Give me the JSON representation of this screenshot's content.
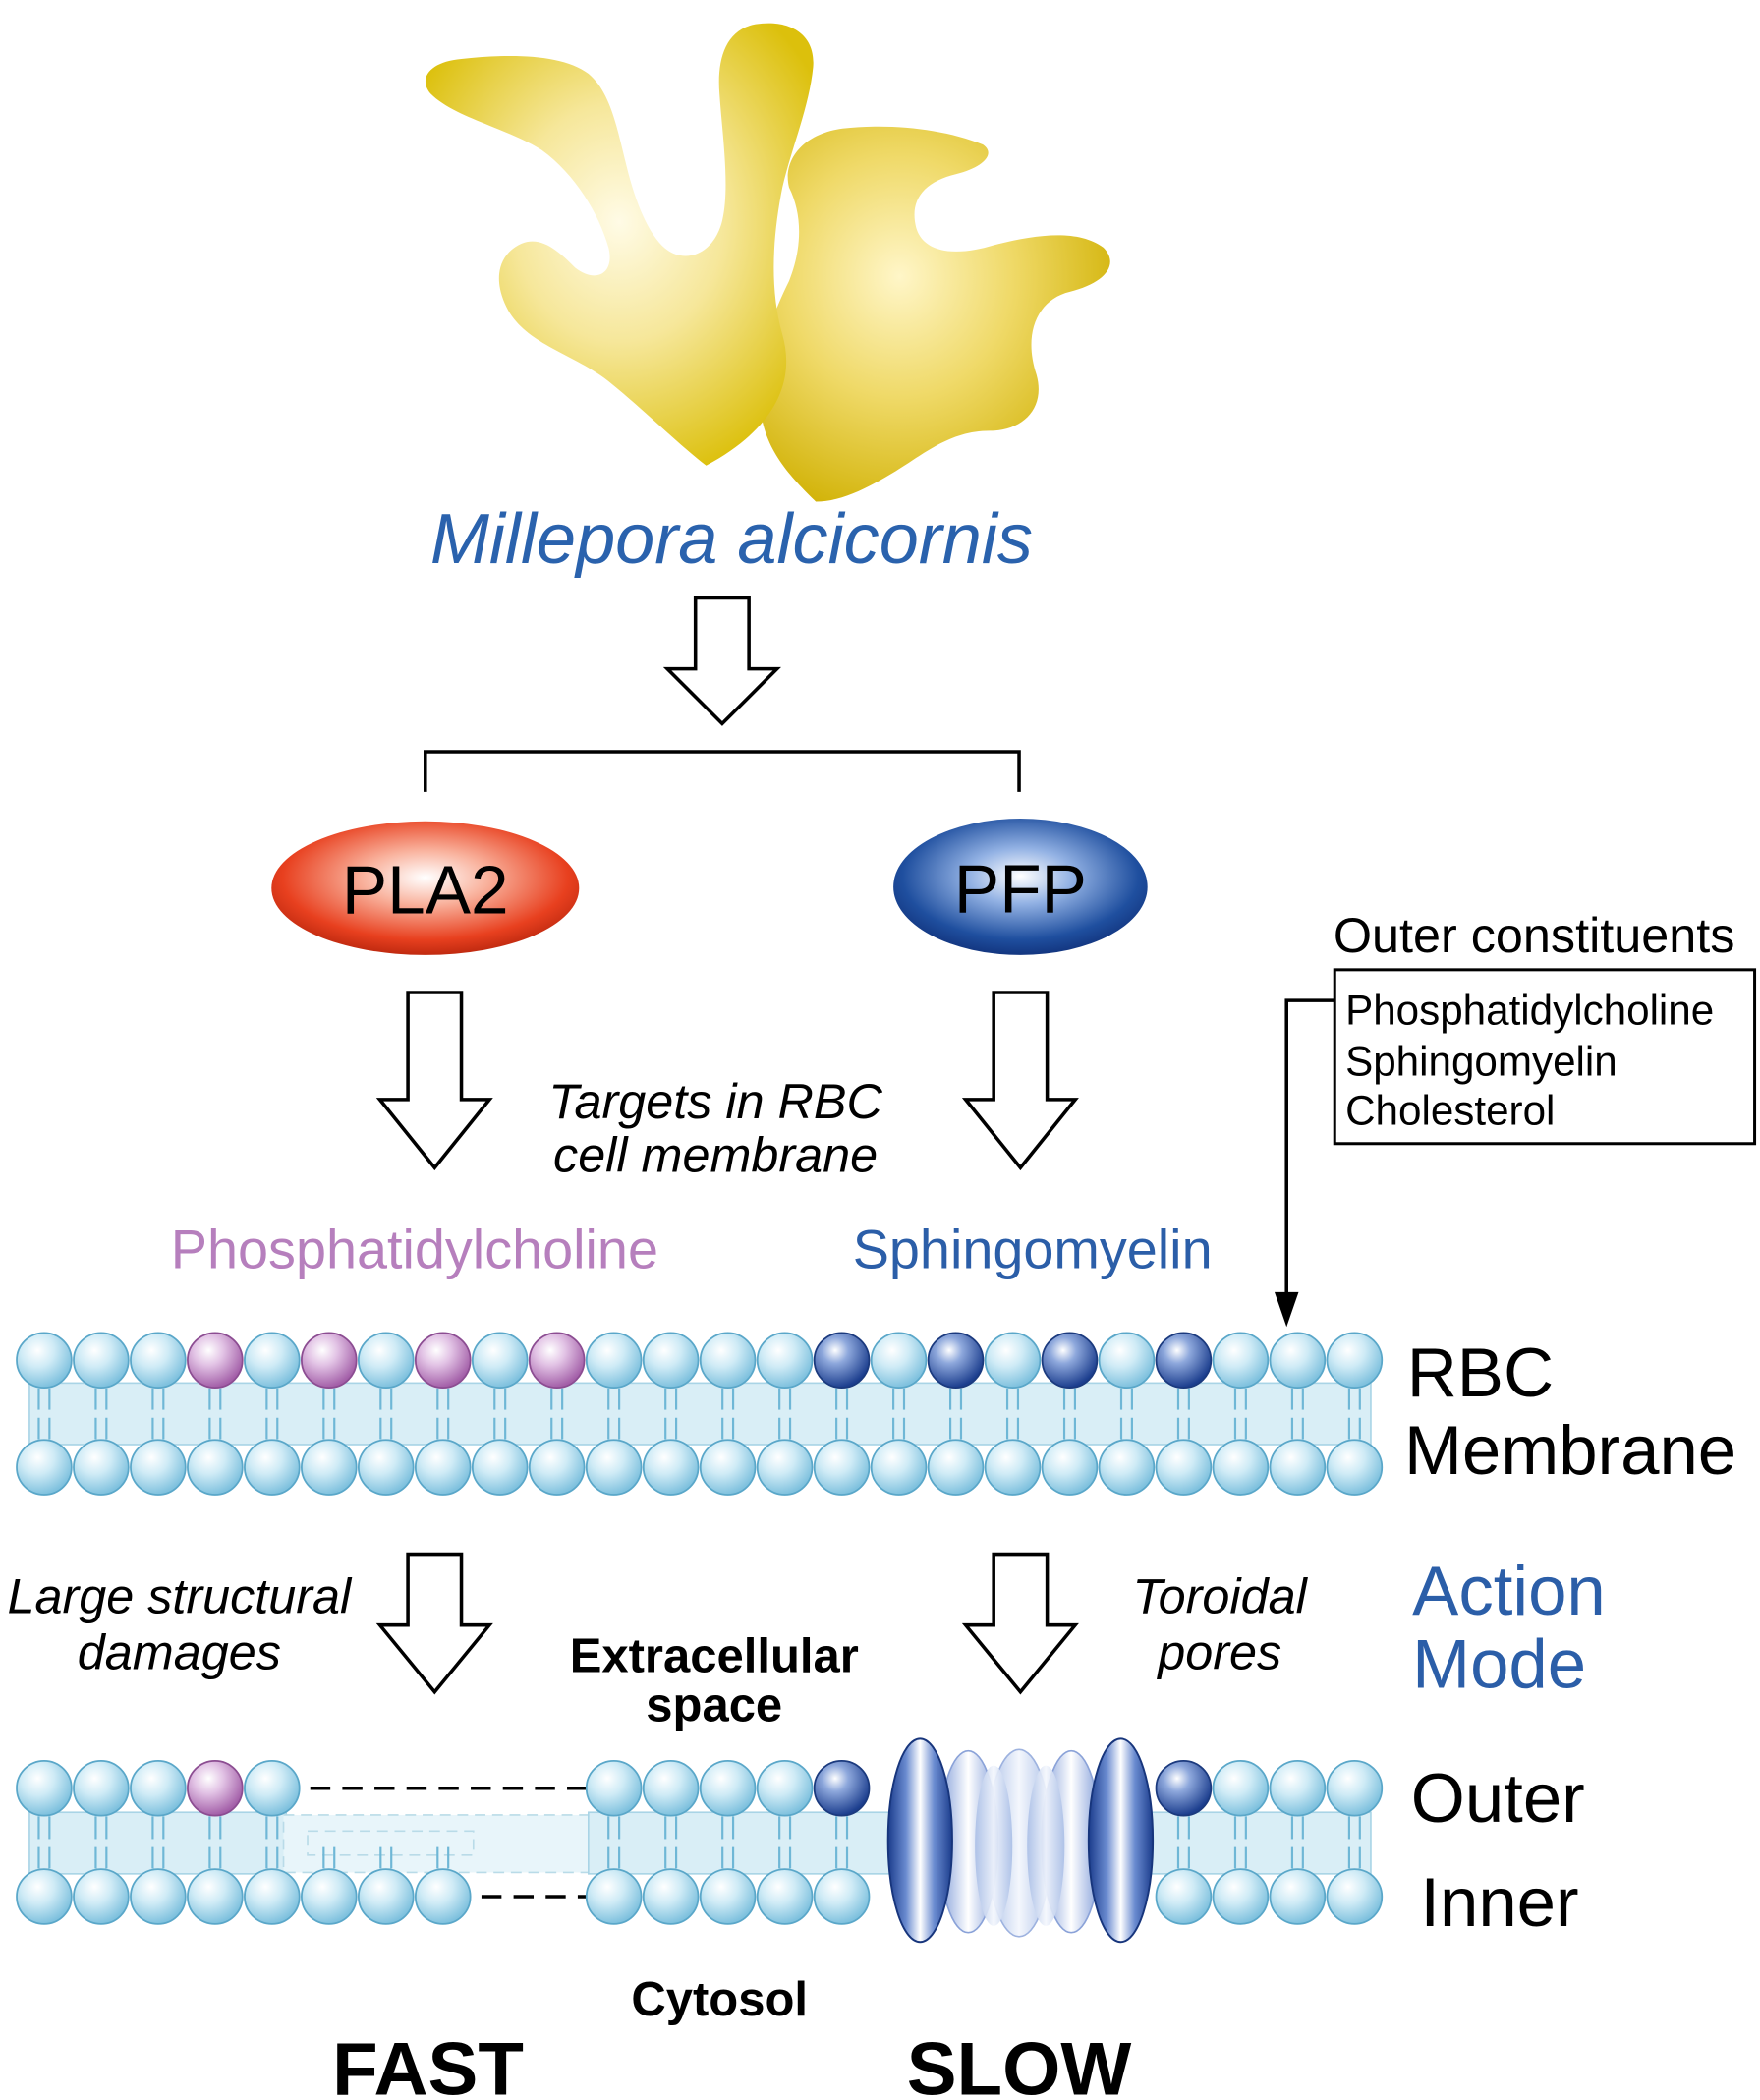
{
  "organism": {
    "name": "Millepora alcicornis"
  },
  "toxins": [
    {
      "label": "PLA2"
    },
    {
      "label": "PFP"
    }
  ],
  "targets": {
    "line1": "Targets in RBC",
    "line2": "cell membrane",
    "pla2_target": "Phosphatidylcholine",
    "pfp_target": "Sphingomyelin"
  },
  "outer_constituents": {
    "title": "Outer constituents",
    "items": [
      "Phosphatidylcholine",
      "Sphingomyelin",
      "Cholesterol"
    ]
  },
  "membrane_label": {
    "line1": "RBC",
    "line2": "Membrane"
  },
  "action_mode": {
    "line1": "Action",
    "line2": "Mode"
  },
  "mechanisms": {
    "pla2": {
      "line1": "Large structural",
      "line2": "damages"
    },
    "pfp": {
      "line1": "Toroidal",
      "line2": "pores"
    }
  },
  "compartments": {
    "extracellular_line1": "Extracellular",
    "extracellular_line2": "space",
    "cytosol": "Cytosol"
  },
  "leaflets": {
    "outer": "Outer",
    "inner": "Inner"
  },
  "speed": {
    "pla2": "FAST",
    "pfp": "SLOW"
  },
  "colors": {
    "species_text": "#2a62ad",
    "pla2": "#e8401f",
    "pfp": "#1f4f9f",
    "phosphatidylcholine": "#b67fbd",
    "sphingomyelin": "#2b5ea8",
    "action_mode": "#2b5ea8",
    "coral": "#dcc00c",
    "lipid": "#a9d9ee"
  }
}
